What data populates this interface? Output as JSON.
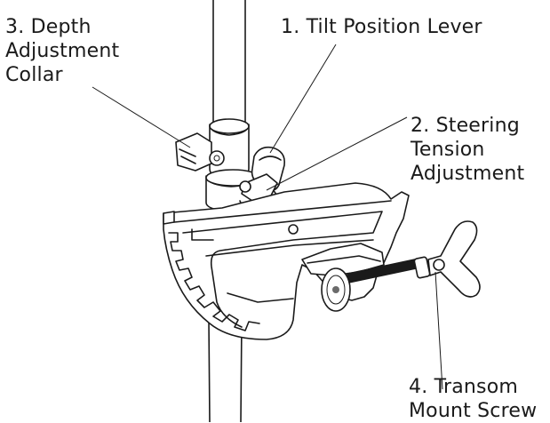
{
  "labels": {
    "depth_collar": [
      "3. Depth",
      "Adjustment",
      "Collar"
    ],
    "tilt_lever": [
      "1. Tilt Position Lever"
    ],
    "steering_tension": [
      "2. Steering",
      "Tension",
      "Adjustment"
    ],
    "transom_screw": [
      "4. Transom",
      "Mount Screw"
    ]
  }
}
